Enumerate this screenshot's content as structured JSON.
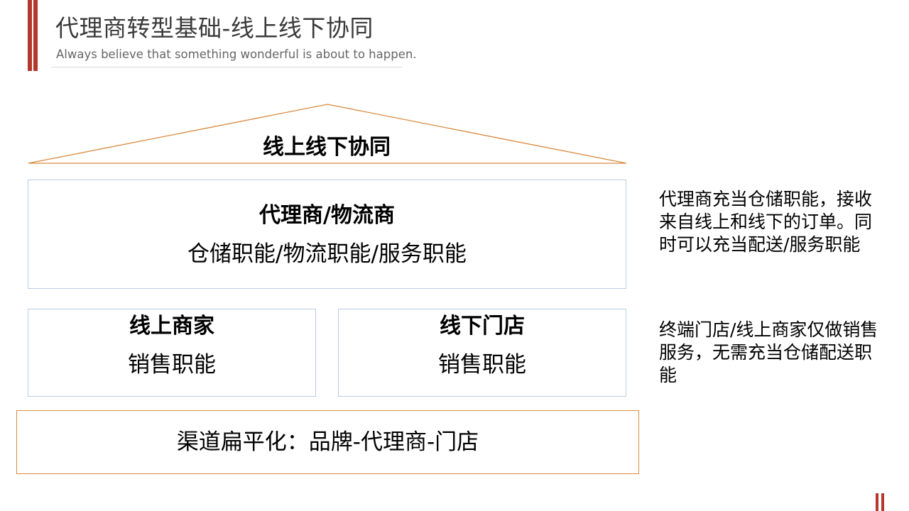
{
  "header": {
    "title": "代理商转型基础-线上线下协同",
    "subtitle": "Always believe that something wonderful is about to happen."
  },
  "roof": {
    "label": "线上线下协同"
  },
  "boxes": {
    "agent": {
      "title": "代理商/物流商",
      "text": "仓储职能/物流职能/服务职能"
    },
    "online": {
      "title": "线上商家",
      "text": "销售职能"
    },
    "offline": {
      "title": "线下门店",
      "text": "销售职能"
    },
    "channel": {
      "text": "渠道扁平化：品牌-代理商-门店"
    }
  },
  "notes": {
    "agent": "代理商充当仓储职能，接收来自线上和线下的订单。同时可以充当配送/服务职能",
    "stores": "终端门店/线上商家仅做销售服务，无需充当仓储配送职能"
  },
  "colors": {
    "accent": "#b4382b",
    "roof_line": "#d9893f",
    "box_border": "#b9cde3",
    "channel_border": "#d9893f"
  }
}
